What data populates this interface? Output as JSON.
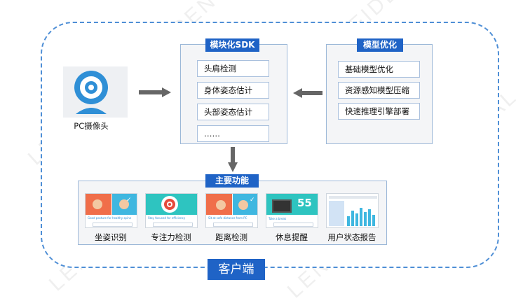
{
  "watermark": "LENOVO CONFIDENTIAL",
  "camera": {
    "label": "PC摄像头"
  },
  "sdk": {
    "title": "模块化SDK",
    "items": [
      "头肩检测",
      "身体姿态估计",
      "头部姿态估计",
      "……"
    ]
  },
  "model": {
    "title": "模型优化",
    "items": [
      "基础模型优化",
      "资源感知模型压缩",
      "快速推理引擎部署"
    ]
  },
  "features": {
    "title": "主要功能",
    "items": [
      {
        "label": "坐姿识别",
        "caption": "Good posture for healthy spine"
      },
      {
        "label": "专注力检测",
        "caption": "Stay focused for efficiency"
      },
      {
        "label": "距离检测",
        "caption": "Sit at safe distance from PC"
      },
      {
        "label": "休息提醒",
        "caption": "Take a break",
        "number": "55"
      },
      {
        "label": "用户状态报告",
        "caption": ""
      }
    ]
  },
  "client": {
    "label": "客户端"
  },
  "colors": {
    "accent": "#1f63c6",
    "border": "#4f8fd6",
    "arrow": "#666666"
  }
}
